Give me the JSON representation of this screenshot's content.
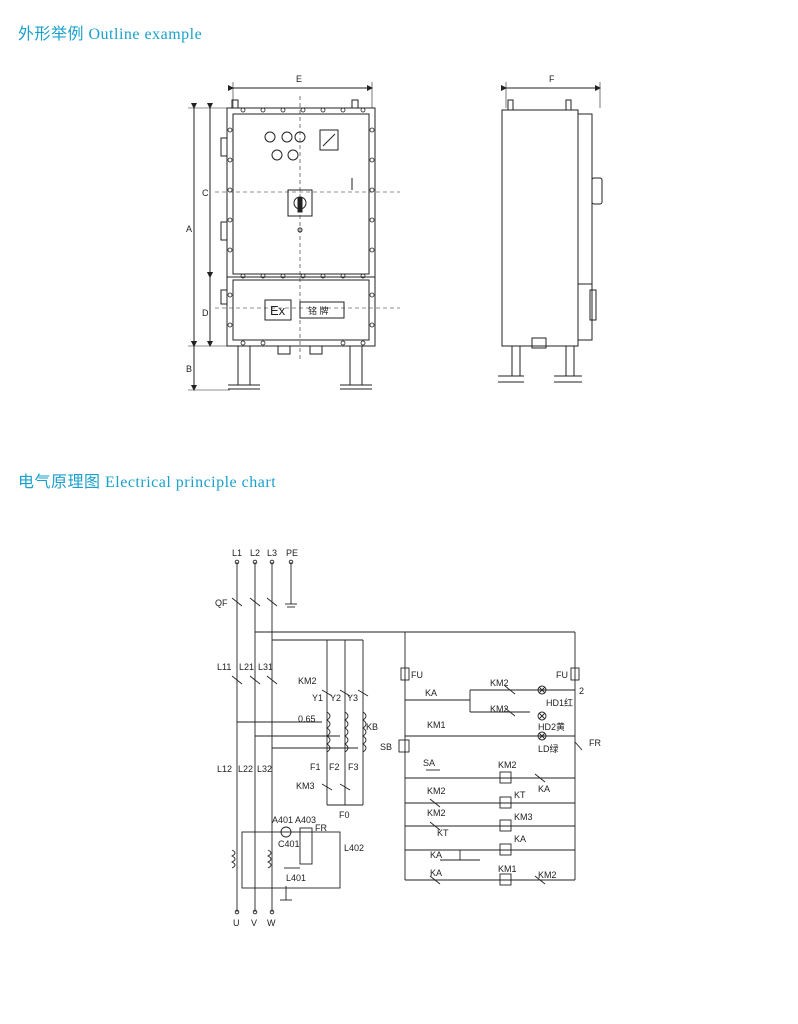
{
  "sections": {
    "outline_title": "外形举例 Outline example",
    "electrical_title": "电气原理图 Electrical principle chart"
  },
  "outline": {
    "dims": {
      "E": "E",
      "F": "F",
      "A": "A",
      "B": "B",
      "C": "C",
      "D": "D"
    },
    "ex_mark": "Ex",
    "nameplate": "铭 牌"
  },
  "schematic": {
    "inputs": [
      "L1",
      "L2",
      "L3",
      "PE"
    ],
    "qf": "QF",
    "line_top": [
      "L11",
      "L21",
      "L31"
    ],
    "line_mid": [
      "L12",
      "L22",
      "L32"
    ],
    "outputs": [
      "U",
      "V",
      "W"
    ],
    "coil_labels": [
      "KM2",
      "Y1",
      "Y2",
      "Y3",
      "0.65",
      "KB",
      "F1",
      "F2",
      "F3",
      "KM3",
      "F0"
    ],
    "meter_labels": [
      "A401",
      "A403",
      "FR",
      "C401",
      "L402",
      "L401"
    ],
    "fu_left": "FU",
    "fu_right": "FU",
    "fu_right_num": "2",
    "control": {
      "ka_top": "KA",
      "km2_a": "KM2",
      "km1": "KM1",
      "km2_b": "KM2",
      "hd1": "HD1红",
      "hd2": "HD2黄",
      "ld": "LD绿",
      "fr": "FR",
      "sb": "SB",
      "sa": "SA",
      "r1_coil": "KM2",
      "r1_ka": "KA",
      "r2_contact": "KM2",
      "r2_coil": "KT",
      "r3_contact": "KM2",
      "r3_coil": "KM3",
      "r4_kt": "KT",
      "r4_ka": "KA",
      "r4_coil": "KA",
      "r5_ka": "KA",
      "r5_km1": "KM1",
      "r5_km2": "KM2"
    }
  },
  "colors": {
    "title": "#1aa0cc",
    "line": "#222222"
  }
}
